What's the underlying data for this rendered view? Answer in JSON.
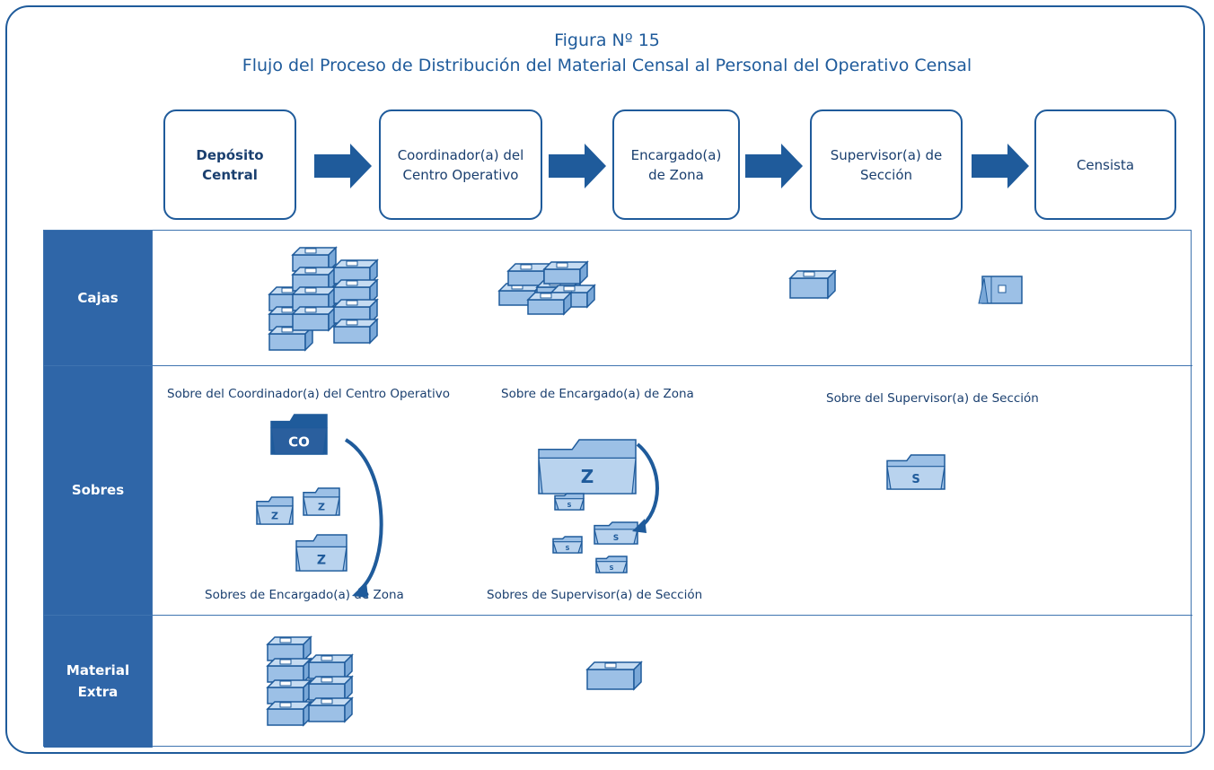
{
  "figure": {
    "number": "Figura Nº 15",
    "title": "Flujo del Proceso de Distribución del Material Censal al Personal del Operativo Censal"
  },
  "flow": [
    {
      "label": "Depósito\nCentral"
    },
    {
      "label": "Coordinador(a) del\nCentro Operativo"
    },
    {
      "label": "Encargado(a)\nde Zona"
    },
    {
      "label": "Supervisor(a) de\nSección"
    },
    {
      "label": "Censista"
    }
  ],
  "rows": [
    {
      "label": "Cajas"
    },
    {
      "label": "Sobres"
    },
    {
      "label": "Material\nExtra"
    }
  ],
  "sobres": {
    "co_envelope": "Sobre del Coordinador(a) del Centro Operativo",
    "zone_envelope": "Sobre de Encargado(a) de Zona",
    "section_envelope": "Sobre del Supervisor(a) de Sección",
    "zone_envelopes": "Sobres de Encargado(a) de Zona",
    "section_envelopes": "Sobres de Supervisor(a) de Sección"
  },
  "icon_letters": {
    "co": "CO",
    "z": "Z",
    "s": "S"
  },
  "colors": {
    "primary": "#1f5b9b",
    "row_label_bg": "#2f66a8",
    "box_fill": "#9cc0e6"
  }
}
